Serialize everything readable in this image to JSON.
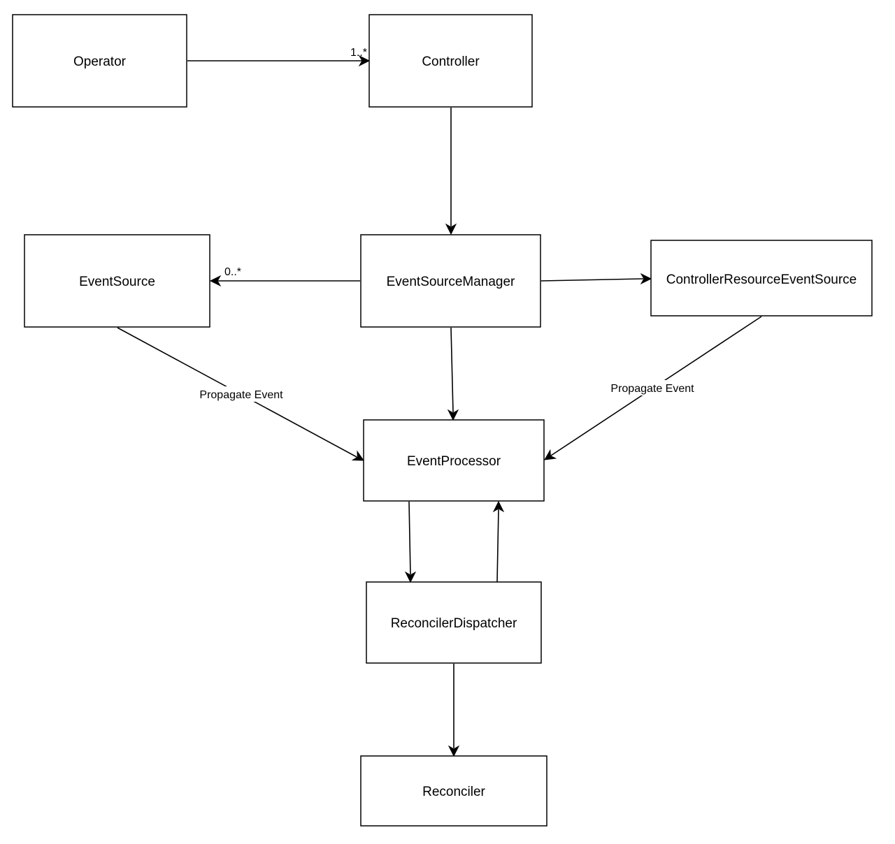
{
  "nodes": {
    "operator": "Operator",
    "controller": "Controller",
    "event_source": "EventSource",
    "event_source_manager": "EventSourceManager",
    "controller_resource_event_source": "ControllerResourceEventSource",
    "event_processor": "EventProcessor",
    "reconciler_dispatcher": "ReconcilerDispatcher",
    "reconciler": "Reconciler"
  },
  "edges": {
    "operator_controller": {
      "multiplicity": "1..*"
    },
    "manager_event_source": {
      "multiplicity": "0..*"
    },
    "event_source_processor": {
      "label": "Propagate Event"
    },
    "resource_source_processor": {
      "label": "Propagate Event"
    }
  }
}
